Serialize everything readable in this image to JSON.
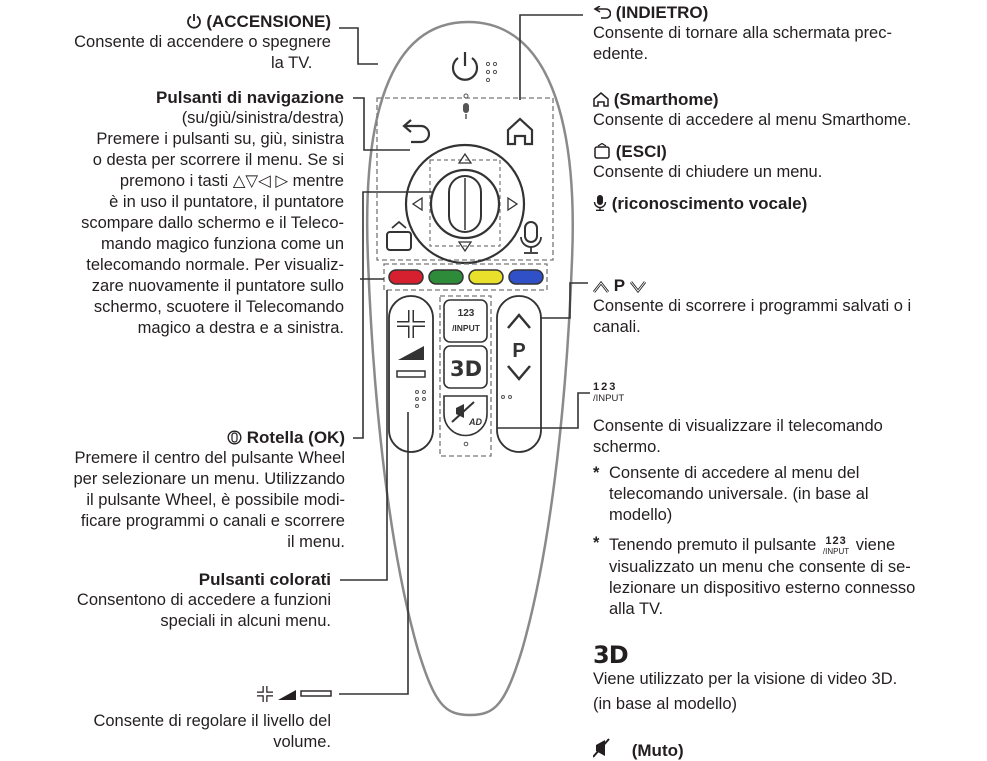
{
  "left": {
    "power": {
      "title": "(ACCENSIONE)",
      "desc1": "Consente di accendere o spegnere",
      "desc2": "la TV."
    },
    "nav": {
      "title": "Pulsanti di navigazione",
      "subtitle": "(su/giù/sinistra/destra)",
      "lines": [
        "Premere i pulsanti su, giù, sinistra",
        "o desta per scorrere il menu. Se si",
        "premono i tasti △▽◁ ▷ mentre",
        "è in uso il puntatore, il puntatore",
        "scompare dallo schermo e il Teleco-",
        "mando magico funziona come un",
        "telecomando normale. Per visualiz-",
        "zare nuovamente il puntatore sullo",
        "schermo, scuotere il Telecomando",
        "magico a destra e a sinistra."
      ]
    },
    "wheel": {
      "title": "Rotella (OK)",
      "lines": [
        "Premere il centro del pulsante Wheel",
        "per selezionare un menu. Utilizzando",
        "il pulsante Wheel, è possibile modi-",
        "ficare programmi o canali e scorrere",
        "il menu."
      ]
    },
    "colored": {
      "title": "Pulsanti colorati",
      "lines": [
        "Consentono di accedere a funzioni",
        "speciali in alcuni menu."
      ]
    },
    "volume": {
      "lines": [
        "Consente di regolare il livello del",
        "volume."
      ]
    }
  },
  "right": {
    "back": {
      "title": "(INDIETRO)",
      "lines": [
        "Consente di tornare alla schermata prec-",
        "edente."
      ]
    },
    "home": {
      "title": "(Smarthome)",
      "lines": [
        "Consente di accedere al menu Smarthome."
      ]
    },
    "exit": {
      "title": "(ESCI)",
      "lines": [
        "Consente di chiudere un menu."
      ]
    },
    "voice": {
      "title": "(riconoscimento vocale)"
    },
    "program": {
      "title": "P",
      "lines": [
        "Consente di scorrere i programmi salvati o i",
        "canali."
      ]
    },
    "input": {
      "digits": "123",
      "label": "/INPUT",
      "lines": [
        "Consente di visualizzare il telecomando",
        "schermo."
      ],
      "bullet1": [
        "Consente di accedere al menu del",
        "telecomando universale. (in base al",
        "modello)"
      ],
      "bullet2_pre": "Tenendo premuto il pulsante",
      "bullet2_post": "viene",
      "bullet2_rest": [
        "visualizzato un menu che consente di se-",
        "lezionare un dispositivo esterno connesso",
        "alla TV."
      ]
    },
    "three_d": {
      "icon": "3D",
      "lines": [
        "Viene utilizzato per la visione di video 3D.",
        "(in base al modello)"
      ]
    },
    "mute": {
      "title": "(Muto)"
    }
  },
  "remote": {
    "input_digits": "123",
    "input_label": "/INPUT",
    "three_d": "3D",
    "p_label": "P",
    "mute_label": "AD",
    "colors": {
      "red": "#d6202f",
      "green": "#2e8b3a",
      "yellow": "#e8e02a",
      "blue": "#3050c8"
    }
  }
}
